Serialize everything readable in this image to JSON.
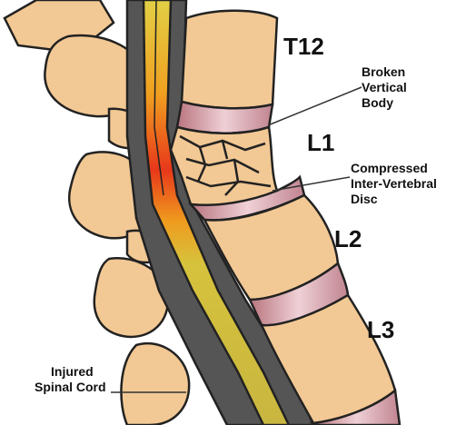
{
  "labels": {
    "vertebra_t12": "T12",
    "vertebra_l1": "L1",
    "vertebra_l2": "L2",
    "vertebra_l3": "L3",
    "broken_body": [
      "Broken",
      "Vertical",
      "Body"
    ],
    "compressed_disc": [
      "Compressed",
      "Inter-Vertebral",
      "Disc"
    ],
    "injured_cord": [
      "Injured",
      "Spinal Cord"
    ]
  },
  "colors": {
    "bone": "#f2c894",
    "outline": "#222222",
    "canal": "#555555",
    "disc": "#c98a97",
    "cord": "#d6c23c",
    "injury": "#e8381a"
  }
}
